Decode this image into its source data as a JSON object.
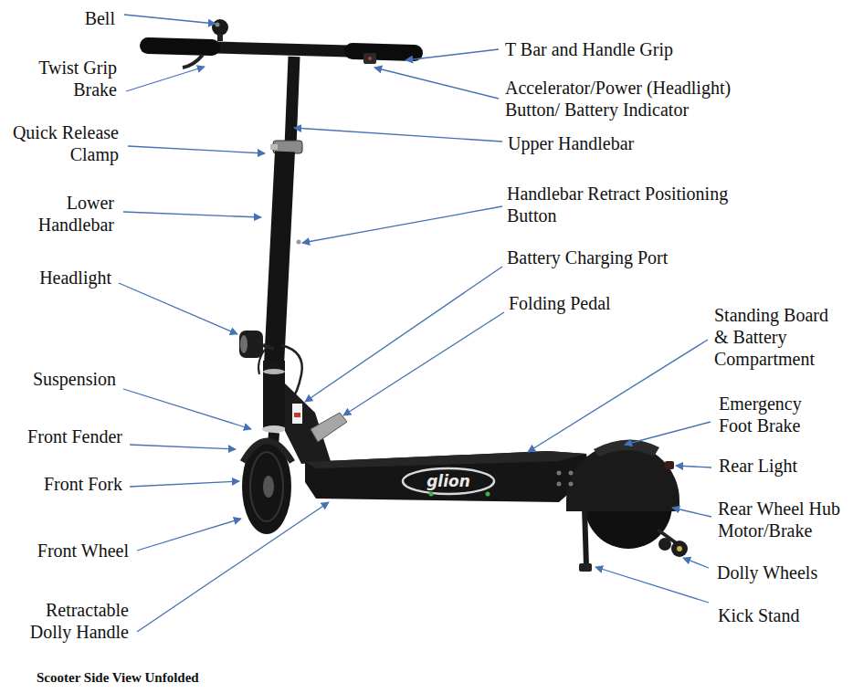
{
  "diagram": {
    "caption": "Scooter Side View Unfolded",
    "labels": [
      "Bell",
      "Twist Grip Brake",
      "Quick Release Clamp",
      "Lower Handlebar",
      "Headlight",
      "Suspension",
      "Front Fender",
      "Front Fork",
      "Front Wheel",
      "Retractable Dolly Handle",
      "T Bar and Handle Grip",
      "Accelerator/Power (Headlight) Button/ Battery Indicator",
      "Upper Handlebar",
      "Handlebar Retract Positioning Button",
      "Battery Charging Port",
      "Folding Pedal",
      "Standing Board & Battery Compartment",
      "Emergency Foot Brake",
      "Rear Light",
      "Rear Wheel Hub Motor/Brake",
      "Dolly Wheels",
      "Kick Stand",
      "glion"
    ]
  }
}
